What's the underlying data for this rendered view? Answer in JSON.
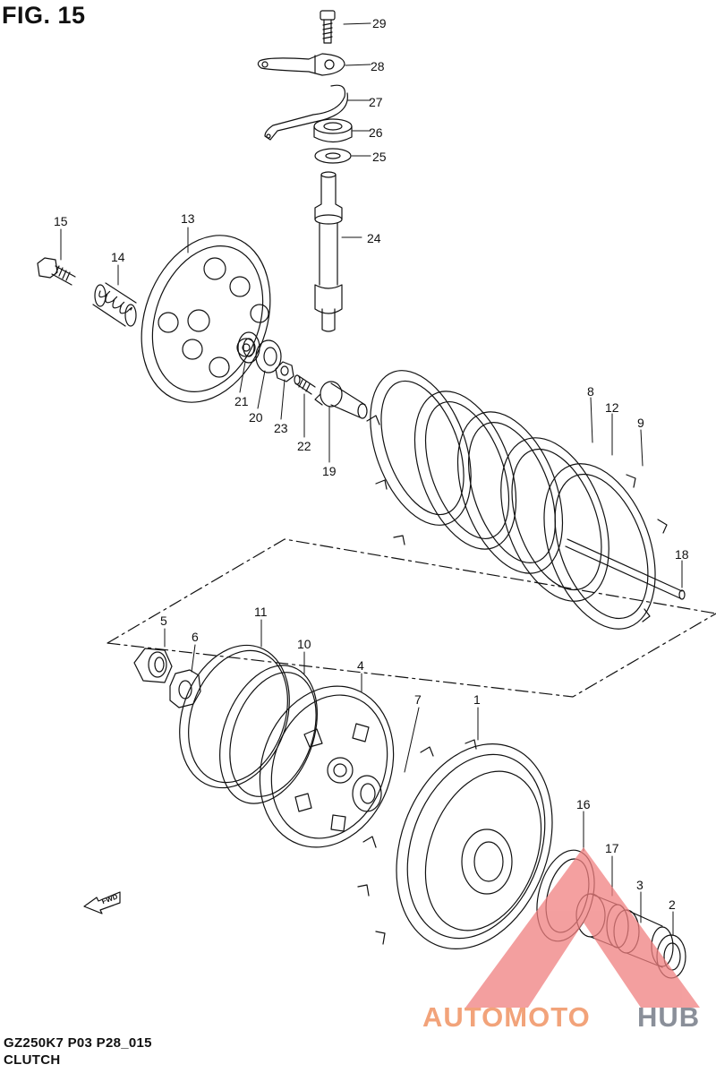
{
  "figure": {
    "title": "FIG. 15",
    "model_code": "GZ250K7 P03 P28_015",
    "caption": "CLUTCH"
  },
  "callouts": [
    "1",
    "2",
    "3",
    "4",
    "5",
    "6",
    "7",
    "8",
    "9",
    "10",
    "11",
    "12",
    "13",
    "14",
    "15",
    "16",
    "17",
    "18",
    "19",
    "20",
    "21",
    "22",
    "23",
    "24",
    "25",
    "26",
    "27",
    "28",
    "29"
  ],
  "direction_arrow": "FWD",
  "watermark": {
    "part1": "AUTOMOTO",
    "part2": "HUB",
    "color1": "#f2a37a",
    "color2": "#8a8f99",
    "logo_color": "#f08080"
  }
}
